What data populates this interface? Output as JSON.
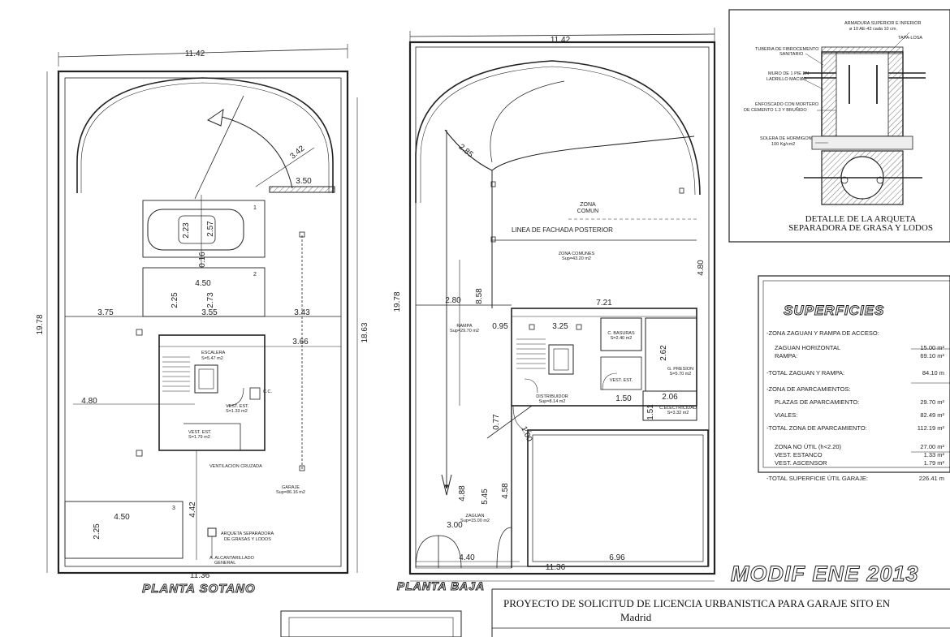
{
  "sotano": {
    "title": "PLANTA SOTANO",
    "dims": {
      "top_width": "11.42",
      "left_height": "19.78",
      "right_height": "18.63",
      "bottom_width": "11.36",
      "arc_radius": "3.42",
      "w350": "3.50",
      "w450a": "4.50",
      "w450b": "4.50",
      "car_w": "2.23",
      "car_l": "2.57",
      "p1_h": "0.16",
      "p2_w": "2.25",
      "p2_h": "2.73",
      "p3_h": "2.25",
      "w375": "3.75",
      "w355": "3.55",
      "w343": "3.43",
      "w366": "3.66",
      "w480": "4.80",
      "w442": "4.42"
    },
    "space_numbers": [
      "1",
      "2",
      "3"
    ],
    "labels": {
      "escalera": "ESCALERA",
      "escalera_sup": "S=5.47 m2",
      "vest_est": "VEST. EST.",
      "vest_est_sup": "S=1.33 m2",
      "vest_est2": "VEST. EST.",
      "vest_est2_sup": "S=1.79 m2",
      "cc": "C.C.",
      "ventilacion": "VENTILACION CRUZADA",
      "garaje": "GARAJE",
      "garaje_sup": "Sup=86.16 m2",
      "arqueta_1": "ARQUETA SEPARADORA",
      "arqueta_2": "DE GRASAS Y LODOS",
      "alcantarillado_1": "A. ALCANTARILLADO",
      "alcantarillado_2": "GENERAL"
    }
  },
  "baja": {
    "title": "PLANTA BAJA",
    "dims": {
      "top_width": "11.42",
      "left_height": "19.78",
      "arc_radius": "2.85",
      "w280": "2.80",
      "h858": "8.58",
      "w721": "7.21",
      "w095": "0.95",
      "w325": "3.25",
      "h262": "2.62",
      "w150": "1.50",
      "w206": "2.06",
      "h151": "1.51",
      "h480": "4.80",
      "h077": "0.77",
      "d100": "1.00",
      "h488": "4.88",
      "h545": "5.45",
      "h458": "4.58",
      "w300": "3.00",
      "w440": "4.40",
      "w1136": "11.36",
      "w696": "6.96"
    },
    "labels": {
      "zona_comun_1": "ZONA",
      "zona_comun_2": "COMUN",
      "linea_fachada": "LINEA DE FACHADA POSTERIOR",
      "zona_comunes": "ZONA COMUNES",
      "zona_comunes_sup": "Sup=43.20 m2",
      "rampa": "RAMPA",
      "rampa_sup": "Sup=29.70 m2",
      "basuras": "C. BASURAS",
      "basuras_sup": "S=2.40 m2",
      "presion": "G. PRESION",
      "presion_sup": "S=5.70 m2",
      "vest_est": "VEST. EST.",
      "distribuidor": "DISTRIBUIDOR",
      "distribuidor_sup": "Sup=8.14 m2",
      "electricidad": "C.ELECTRICIDAD",
      "electricidad_sup": "S=3.32 m2",
      "zaguan": "ZAGUAN",
      "zaguan_sup": "Sup=15.00 m2"
    }
  },
  "detalle": {
    "title_1": "DETALLE DE LA ARQUETA",
    "title_2": "SEPARADORA DE GRASA Y LODOS",
    "labels": {
      "armadura_1": "ARMADURA SUPERIOR E INFERIOR",
      "armadura_2": "ø 10 AE-42 cada 10 cm.",
      "tapa": "TAPA-LOSA",
      "tuberia_1": "TUBERIA DE FIBROCEMENTO",
      "tuberia_2": "SANITARIO",
      "muro_1": "MURO DE 1 PIE EN",
      "muro_2": "LADRILLO MACIZO",
      "enfoscado_1": "ENFOSCADO CON MORTERO",
      "enfoscado_2": "DE CEMENTO 1.3 Y BRUÑIDO",
      "solera_1": "SOLERA DE HORMIGON",
      "solera_2": "100 Kg/cm2"
    }
  },
  "superficies": {
    "title": "SUPERFICIES",
    "rows": [
      {
        "label": "-ZONA ZAGUAN Y RAMPA DE ACCESO:",
        "value": ""
      },
      {
        "label": "ZAGUAN HORIZONTAL",
        "value": "15.00 m²"
      },
      {
        "label": "RAMPA:",
        "value": "69.10 m²"
      },
      {
        "label": "-TOTAL ZAGUAN Y RAMPA:",
        "value": "84.10 m"
      },
      {
        "label": "-ZONA DE APARCAMIENTOS:",
        "value": ""
      },
      {
        "label": "PLAZAS DE APARCAMIENTO:",
        "value": "29.70 m²"
      },
      {
        "label": "VIALES:",
        "value": "82.49 m²"
      },
      {
        "label": "-TOTAL ZONA DE APARCAMIENTO:",
        "value": "112.19 m²"
      },
      {
        "label": "ZONA NO ÚTIL (h<2.20)",
        "value": "27.00 m²"
      },
      {
        "label": "VEST. ESTANCO",
        "value": "1.33 m²"
      },
      {
        "label": "VEST.  ASCENSOR",
        "value": "1.79 m²"
      },
      {
        "label": "-TOTAL SUPERFICIE ÚTIL GARAJE:",
        "value": "226.41 m"
      }
    ]
  },
  "stamp": "MODIF ENE 2013",
  "project": {
    "line1": "PROYECTO DE SOLICITUD DE LICENCIA URBANISTICA PARA GARAJE SITO EN",
    "line2": "Madrid"
  }
}
